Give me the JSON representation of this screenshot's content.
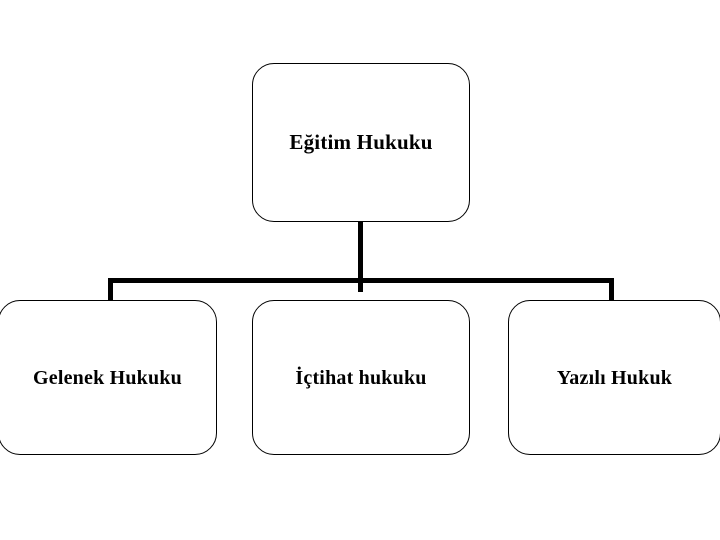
{
  "diagram": {
    "type": "hierarchy-tree",
    "orientation": "top-down",
    "background_color": "#ffffff",
    "line_color": "#000000",
    "box_border_color": "#000000",
    "box_fill_color": "#ffffff",
    "text_color": "#000000",
    "root": {
      "label": "Eğitim Hukuku"
    },
    "children": [
      {
        "label": "Gelenek Hukuku"
      },
      {
        "label": "İçtihat hukuku"
      },
      {
        "label": "Yazılı Hukuk"
      }
    ]
  }
}
